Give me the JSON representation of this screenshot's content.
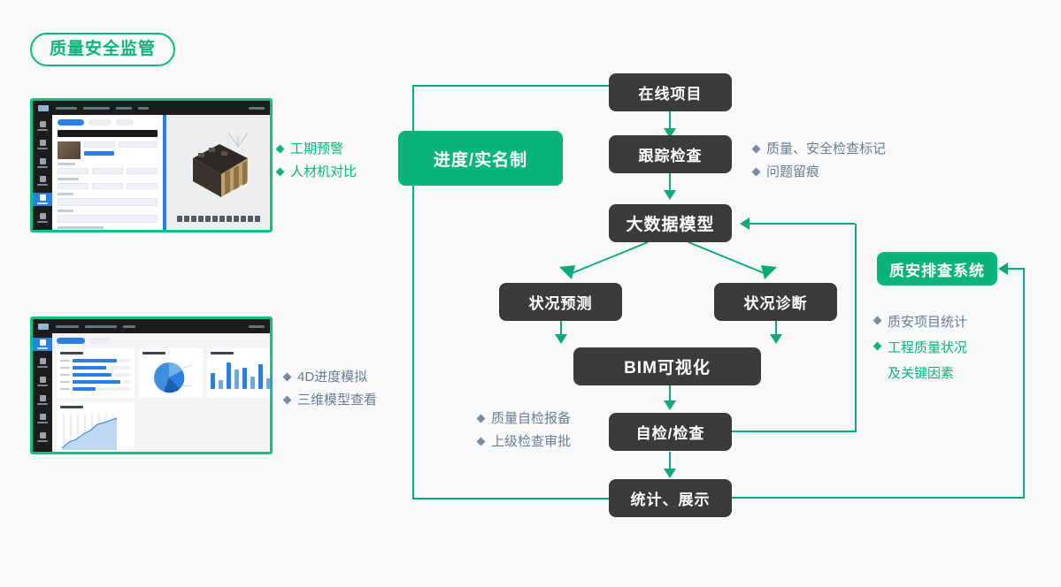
{
  "title_badge": {
    "label": "质量安全监管"
  },
  "flow": {
    "nodes": [
      {
        "id": "online-project",
        "label": "在线项目"
      },
      {
        "id": "tracking-check",
        "label": "跟踪检查"
      },
      {
        "id": "big-data-model",
        "label": "大数据模型"
      },
      {
        "id": "status-forecast",
        "label": "状况预测"
      },
      {
        "id": "status-diagnosis",
        "label": "状况诊断"
      },
      {
        "id": "bim-visual",
        "label": "BIM可视化"
      },
      {
        "id": "self-inspection",
        "label": "自检/检查"
      },
      {
        "id": "statistics-show",
        "label": "统计、展示"
      }
    ],
    "green_nodes": [
      {
        "id": "progress-realname",
        "label": "进度/实名制"
      },
      {
        "id": "quality-safety-system",
        "label": "质安排查系统"
      }
    ]
  },
  "annotations": {
    "progress_group": {
      "color": "#0bb57a",
      "items": [
        "工期预警",
        "人材机对比"
      ]
    },
    "tracking_group": {
      "color": "#6b7d93",
      "items": [
        "质量、安全检查标记",
        "问题留痕"
      ]
    },
    "model_group": {
      "color": "#6b7d93",
      "items": [
        "4D进度模拟",
        "三维模型查看"
      ]
    },
    "self_inspection_group": {
      "color": "#6b7d93",
      "items": [
        "质量自检报备",
        "上级检查审批"
      ]
    },
    "system_group": {
      "items": [
        {
          "text": "质安项目统计",
          "color": "#6b7d93"
        },
        {
          "text": "工程质量状况",
          "text2": "及关键因素",
          "color": "#0bb57a"
        }
      ]
    }
  },
  "thumbnails": [
    {
      "id": "bim-form-screenshot",
      "caption": ""
    },
    {
      "id": "dashboard-screenshot",
      "caption": ""
    }
  ],
  "colors": {
    "accent_green": "#0bb57a",
    "line_green": "#0aab79",
    "node_dark": "#3b3b3b",
    "annot_gray": "#6b7d93",
    "background": "#f7f9fa",
    "thumb_border": "#12c07f",
    "chart_blue": "#2a7fe0"
  }
}
